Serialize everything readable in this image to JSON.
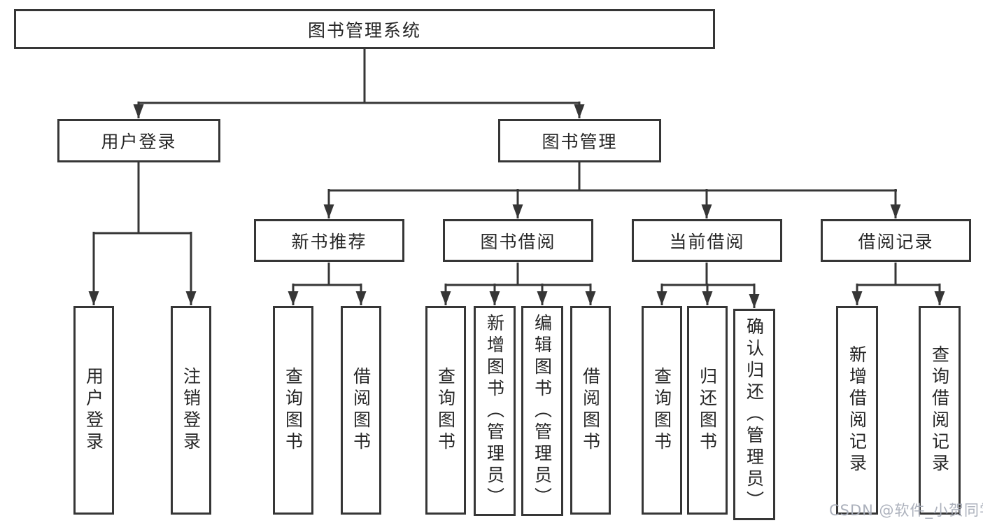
{
  "diagram_type": "hierarchy-tree",
  "watermark": "CSDN @软件_小贺同学",
  "colors": {
    "line": "#363636",
    "border": "#363636",
    "text": "#262626",
    "background": "#ffffff",
    "watermark": "#a8adb8"
  },
  "tree": {
    "label": "图书管理系统",
    "children": [
      {
        "label": "用户登录",
        "children": [
          {
            "label": "用户登录"
          },
          {
            "label": "注销登录"
          }
        ]
      },
      {
        "label": "图书管理",
        "children": [
          {
            "label": "新书推荐",
            "children": [
              {
                "label": "查询图书"
              },
              {
                "label": "借阅图书"
              }
            ]
          },
          {
            "label": "图书借阅",
            "children": [
              {
                "label": "查询图书"
              },
              {
                "label": "新增图书（管理员）"
              },
              {
                "label": "编辑图书（管理员）"
              },
              {
                "label": "借阅图书"
              }
            ]
          },
          {
            "label": "当前借阅",
            "children": [
              {
                "label": "查询图书"
              },
              {
                "label": "归还图书"
              },
              {
                "label": "确认归还（管理员）"
              }
            ]
          },
          {
            "label": "借阅记录",
            "children": [
              {
                "label": "新增借阅记录"
              },
              {
                "label": "查询借阅记录"
              }
            ]
          }
        ]
      }
    ]
  }
}
